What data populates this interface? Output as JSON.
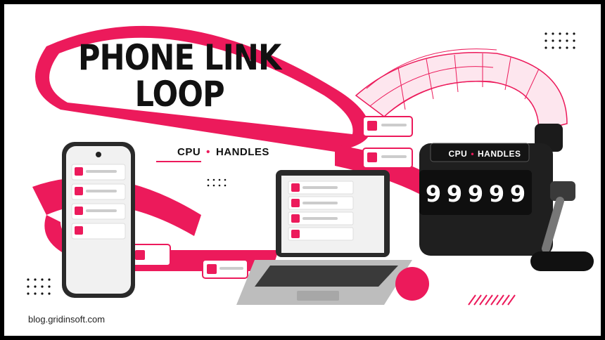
{
  "title": {
    "line1": "PHONE LINK LOOP",
    "line2": ""
  },
  "tagline": {
    "left": "CPU",
    "separator": "•",
    "right": "HANDLES"
  },
  "counter": {
    "label_left": "CPU",
    "label_sep": "•",
    "label_right": "HANDLES",
    "digits": [
      "9",
      "9",
      "9",
      "9",
      "9"
    ]
  },
  "footer": {
    "site": "blog.gridinsoft.com"
  },
  "colors": {
    "accent": "#ec1a5b",
    "dark": "#111111",
    "background": "#ffffff"
  },
  "icons": [
    "bell-icon",
    "phone-device",
    "laptop-device",
    "tally-counter-device"
  ]
}
